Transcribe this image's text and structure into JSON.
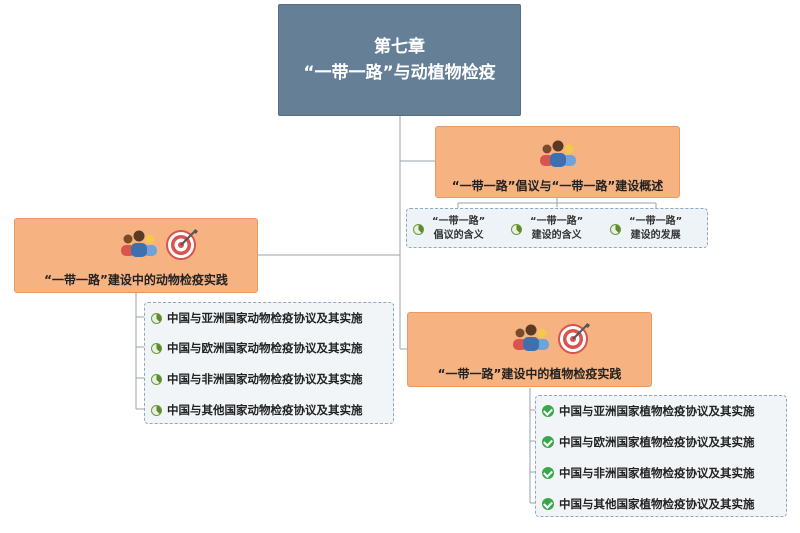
{
  "root": {
    "line1": "第七章",
    "line2": "“一带一路”与动植物检疫"
  },
  "node_overview": {
    "title": "“一带一路”倡议与“一带一路”建设概述",
    "icon": "people-icon",
    "subs": [
      {
        "line1": "“一带一路”",
        "line2": "倡议的含义"
      },
      {
        "line1": "“一带一路”",
        "line2": "建设的含义"
      },
      {
        "line1": "“一带一路”",
        "line2": "建设的发展"
      }
    ]
  },
  "node_animal": {
    "title": "“一带一路”建设中的动物检疫实践",
    "icons": [
      "people-icon",
      "target-icon"
    ],
    "items": [
      "中国与亚洲国家动物检疫协议及其实施",
      "中国与欧洲国家动物检疫协议及其实施",
      "中国与非洲国家动物检疫协议及其实施",
      "中国与其他国家动物检疫协议及其实施"
    ]
  },
  "node_plant": {
    "title": "“一带一路”建设中的植物检疫实践",
    "icons": [
      "people-icon",
      "target-icon"
    ],
    "items": [
      "中国与亚洲国家植物检疫协议及其实施",
      "中国与欧洲国家植物检疫协议及其实施",
      "中国与非洲国家植物检疫协议及其实施",
      "中国与其他国家植物检疫协议及其实施"
    ]
  },
  "colors": {
    "root": "#657f97",
    "topic": "#f6b280",
    "connector": "#9aa3ac",
    "check": "#3aa84a",
    "progress": "#5b8c2a"
  }
}
